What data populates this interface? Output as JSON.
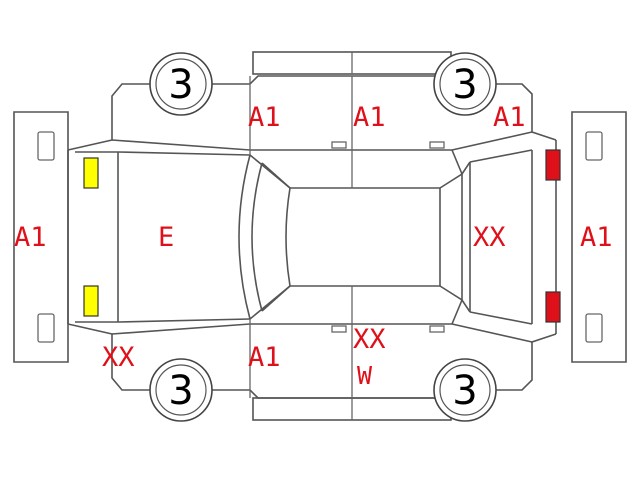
{
  "diagram": {
    "wheel_labels": {
      "front_left": "3",
      "rear_left": "3",
      "front_right": "3",
      "rear_right": "3"
    },
    "damage_labels": {
      "front_bumper": "A1",
      "hood": "E",
      "front_left_corner": "XX",
      "front_right_corner": "A1",
      "front_right_door_top": "A1",
      "rear_right_door_top": "A1",
      "front_left_door_bottom": "A1",
      "rear_left_door_code1": "XX",
      "rear_left_door_code2": "W",
      "rear_glass": "XX",
      "rear_bumper": "A1"
    },
    "colors": {
      "label": "#e0101a",
      "front_lamp_fill": "#ffff00",
      "rear_lamp_fill": "#e0101a",
      "outline": "#555555"
    }
  }
}
